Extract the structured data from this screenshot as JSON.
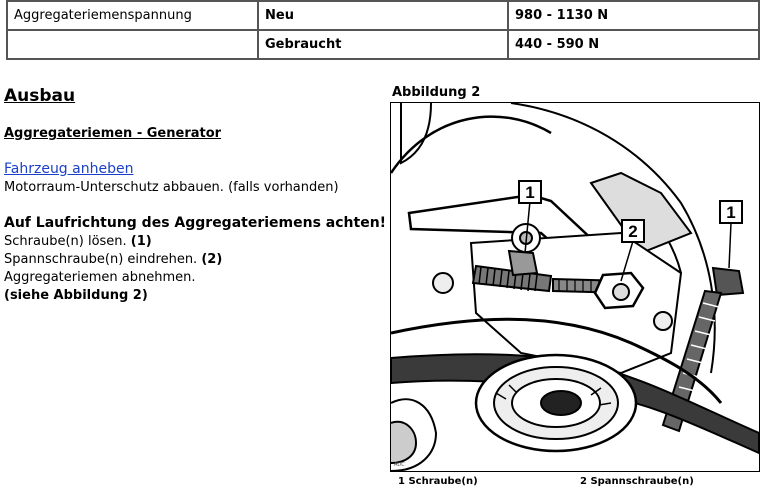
{
  "spec_table": {
    "rows": [
      {
        "label": "Aggregateriemenspannung",
        "condition": "Neu",
        "value": "980 - 1130 N"
      },
      {
        "label": "",
        "condition": "Gebraucht",
        "value": "440 - 590 N"
      }
    ]
  },
  "section_heading": "Ausbau",
  "sub_heading": "Aggregateriemen - Generator",
  "link_text": "Fahrzeug anheben",
  "step_underbody": "Motorraum-Unterschutz abbauen. (falls vorhanden)",
  "warning": "Auf Laufrichtung des Aggregateriemens achten!",
  "steps": [
    {
      "text": "Schraube(n) lösen. ",
      "ref": "(1)"
    },
    {
      "text": "Spannschraube(n) eindrehen. ",
      "ref": "(2)"
    },
    {
      "text": "Aggregateriemen abnehmen.",
      "ref": ""
    }
  ],
  "see_figure": "(siehe Abbildung 2)",
  "figure": {
    "title": "Abbildung 2",
    "callouts": [
      "1",
      "2",
      "1"
    ],
    "watermark": "ADC",
    "caption_1": "1 Schraube(n)",
    "caption_2": "2 Spannschraube(n)"
  }
}
